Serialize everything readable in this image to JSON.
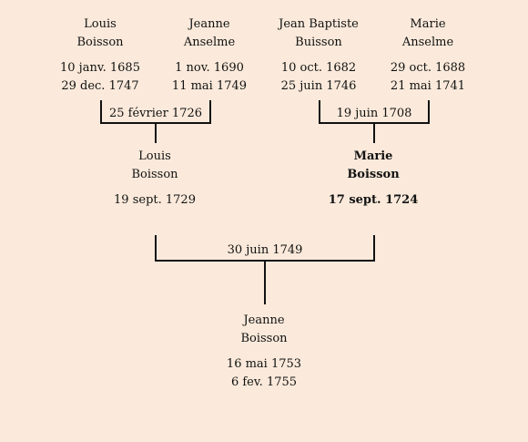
{
  "grandparents": [
    {
      "first": "Louis",
      "last": "Boisson",
      "born": "10 janv. 1685",
      "died": "29 dec. 1747"
    },
    {
      "first": "Jeanne",
      "last": "Anselme",
      "born": "1 nov. 1690",
      "died": "11 mai 1749"
    },
    {
      "first": "Jean Baptiste",
      "last": "Buisson",
      "born": "10 oct. 1682",
      "died": "25 juin 1746"
    },
    {
      "first": "Marie",
      "last": "Anselme",
      "born": "29 oct. 1688",
      "died": "21 mai 1741"
    }
  ],
  "marriages": {
    "left": "25 février 1726",
    "right": "19 juin 1708",
    "parents": "30 juin 1749"
  },
  "parents": {
    "father": {
      "first": "Louis",
      "last": "Boisson",
      "born": "19 sept. 1729"
    },
    "mother": {
      "first": "Marie",
      "last": "Boisson",
      "born": "17 sept. 1724"
    }
  },
  "child": {
    "first": "Jeanne",
    "last": "Boisson",
    "born": "16 mai 1753",
    "died": "6 fev. 1755"
  },
  "colors": {
    "background": "#fbeadb",
    "ink": "#111111"
  }
}
